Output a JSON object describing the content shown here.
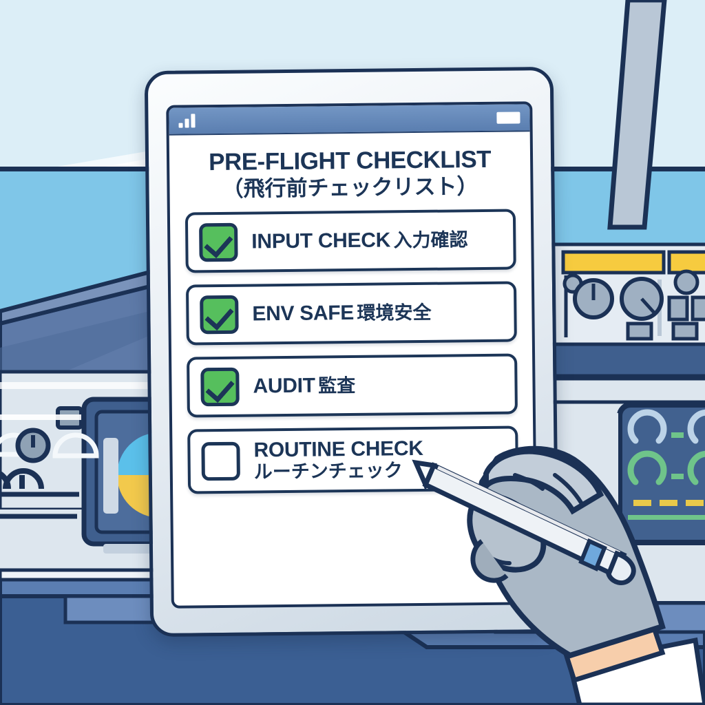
{
  "scene": {
    "title": "Pre-flight checklist on cockpit tablet",
    "setting": "aircraft-cockpit",
    "colors": {
      "sky_upper": "#dceef7",
      "sky_lower": "#7fc6e8",
      "dash_navy": "#3b5f93",
      "dash_steel": "#4a6e9f",
      "panel_light": "#dde6ee",
      "outline_navy": "#1b3155",
      "accent_green": "#56bf5d",
      "accent_yellow": "#f6cb3f",
      "glove_gray": "#aab8c6",
      "skin": "#f7ceab"
    }
  },
  "tablet": {
    "statusbar": {
      "signal_icon": "signal-bars-icon",
      "signal_bars": 3,
      "battery_icon": "battery-icon"
    },
    "screen": {
      "title_main": "PRE-FLIGHT CHECKLIST",
      "title_sub": "（飛行前チェックリスト）",
      "items": [
        {
          "en": "INPUT CHECK",
          "ja": "入力確認",
          "checked": true
        },
        {
          "en": "ENV SAFE",
          "ja": "環境安全",
          "checked": true
        },
        {
          "en": "AUDIT",
          "ja": "監査",
          "checked": true
        },
        {
          "en": "ROUTINE CHECK",
          "ja": "ルーチンチェック",
          "checked": false
        }
      ]
    }
  },
  "cockpit": {
    "left_panel": {
      "attitude_indicator": {
        "sky": "#5bc0ea",
        "ground": "#f2c94c"
      },
      "knob_count": 5
    },
    "right_panel": {
      "yellow_strips": 2,
      "knob_count": 3,
      "button_count": 4
    },
    "right_display": {
      "gauge_arcs": [
        "#bcd3e8",
        "#6fc48a"
      ],
      "segment_color": "#e8c94a",
      "bar_color": "#6fc48a"
    }
  },
  "hand": {
    "type": "gloved-hand",
    "stylus": {
      "body": "#eef2f6",
      "band": "#6fa8dc"
    }
  }
}
